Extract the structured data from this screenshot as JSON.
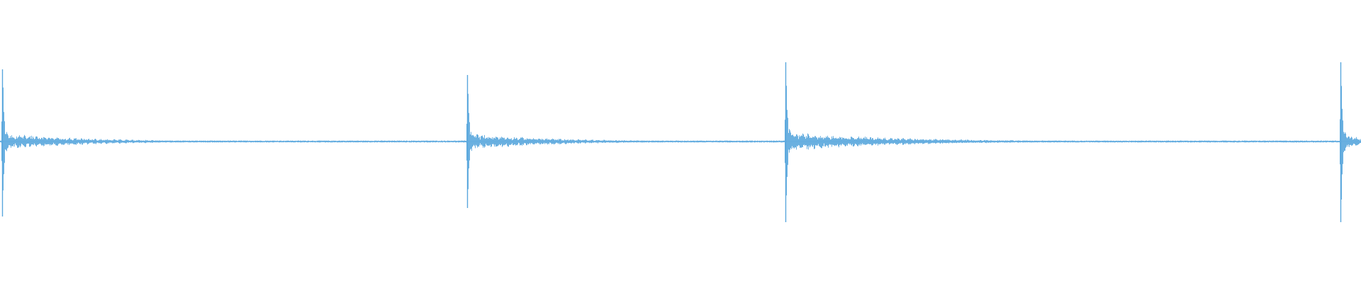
{
  "waveform": {
    "color": "#5aa7dd",
    "background": "#ffffff",
    "baseline_level": 0.0,
    "duration_fraction_scale": 1.0,
    "onsets": [
      {
        "position": 0.0015,
        "peak_up": 0.51,
        "peak_down": 0.53,
        "body_amplitude": 0.055,
        "decay_length": 0.2
      },
      {
        "position": 0.343,
        "peak_up": 0.47,
        "peak_down": 0.47,
        "body_amplitude": 0.055,
        "decay_length": 0.2
      },
      {
        "position": 0.577,
        "peak_up": 0.56,
        "peak_down": 0.57,
        "body_amplitude": 0.065,
        "decay_length": 0.26
      },
      {
        "position": 0.985,
        "peak_up": 0.56,
        "peak_down": 0.57,
        "body_amplitude": 0.06,
        "decay_length": 0.05
      }
    ]
  }
}
